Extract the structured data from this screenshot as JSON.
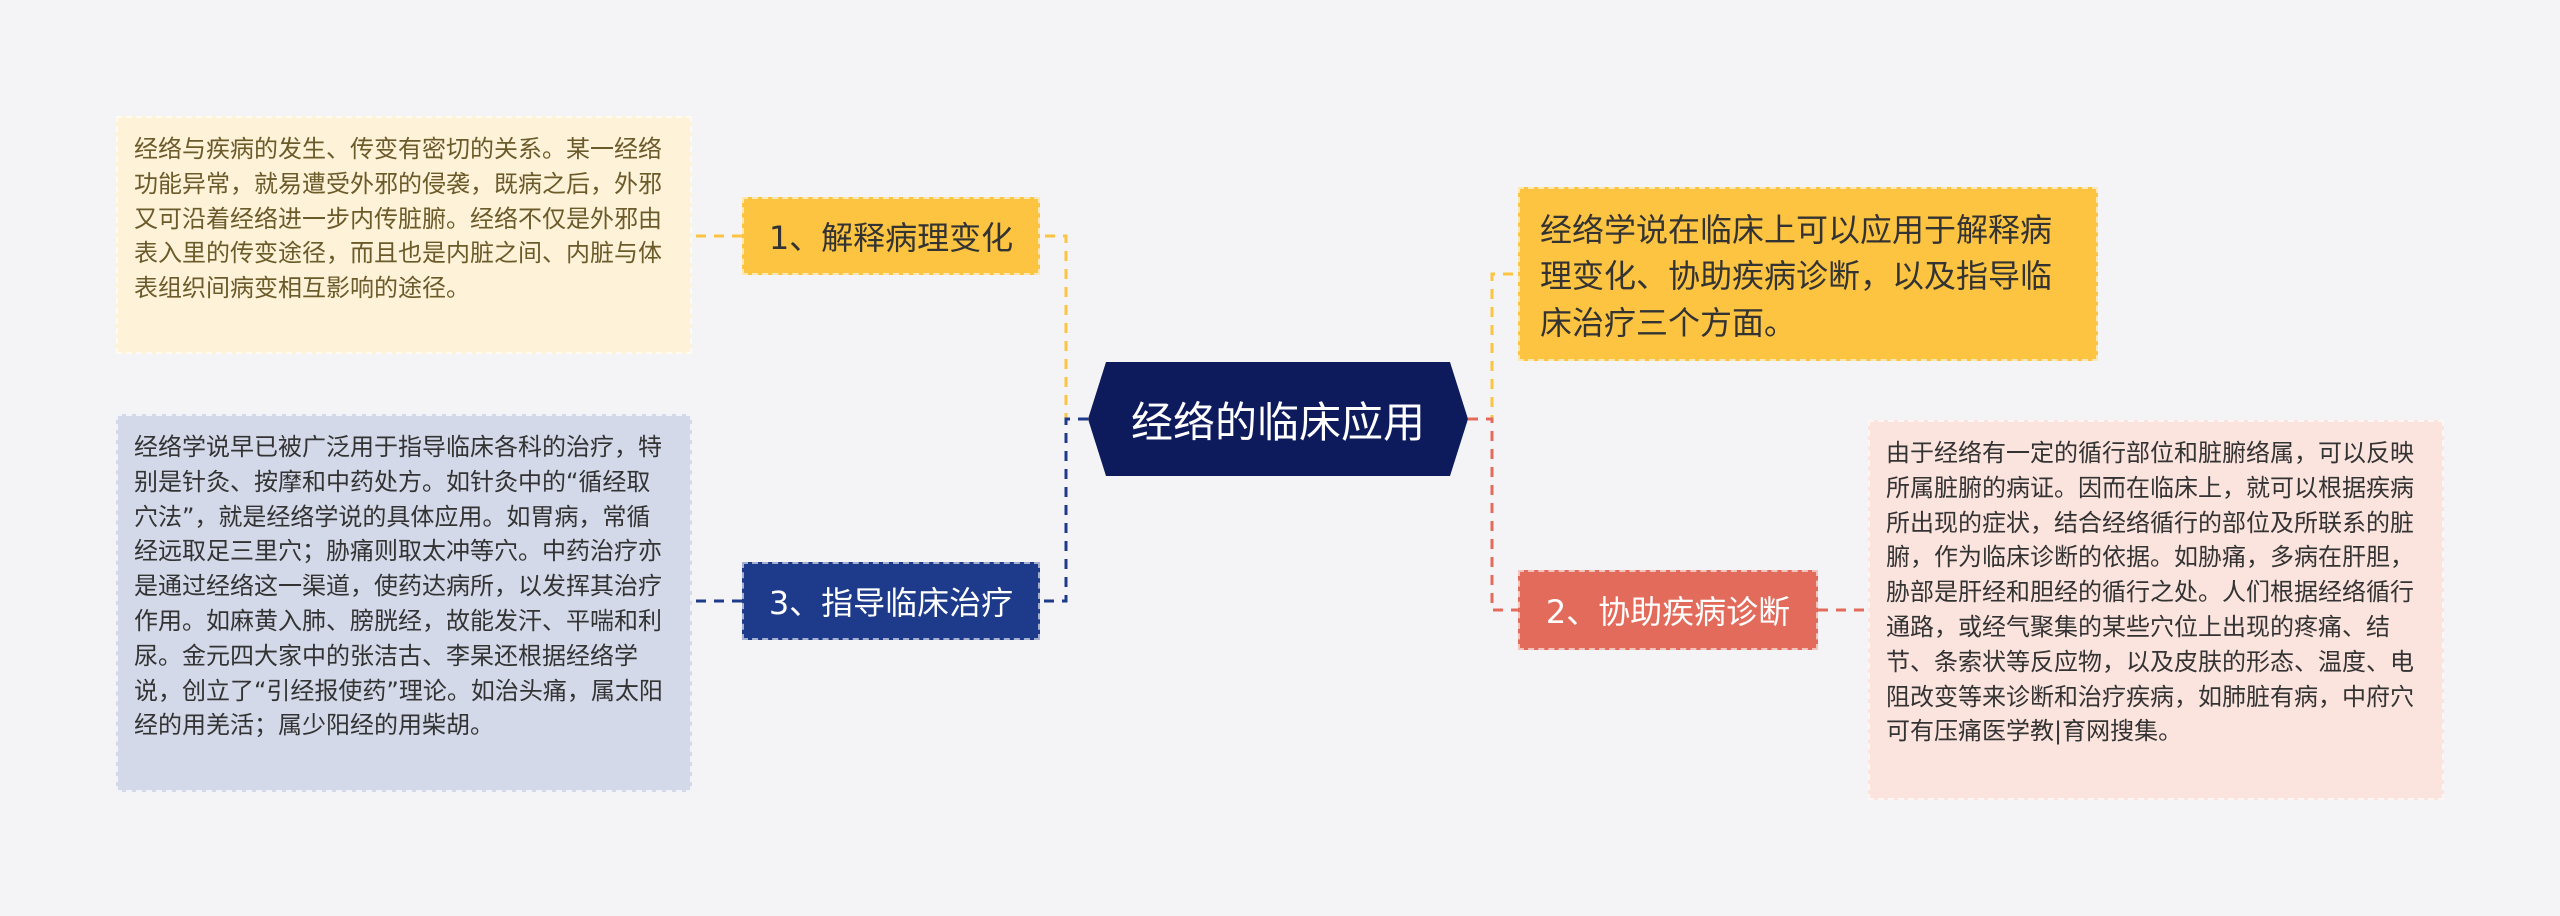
{
  "center": {
    "title": "经络的临床应用"
  },
  "branches": [
    {
      "label": "1、解释病理变化",
      "detail": "经络与疾病的发生、传变有密切的关系。某一经络功能异常，就易遭受外邪的侵袭，既病之后，外邪又可沿着经络进一步内传脏腑。经络不仅是外邪由表入里的传变途径，而且也是内脏之间、内脏与体表组织间病变相互影响的途径。"
    },
    {
      "label": "2、协助疾病诊断",
      "detail": "由于经络有一定的循行部位和脏腑络属，可以反映所属脏腑的病证。因而在临床上，就可以根据疾病所出现的症状，结合经络循行的部位及所联系的脏腑，作为临床诊断的依据。如胁痛，多病在肝胆，胁部是肝经和胆经的循行之处。人们根据经络循行通路，或经气聚集的某些穴位上出现的疼痛、结节、条索状等反应物，以及皮肤的形态、温度、电阻改变等来诊断和治疗疾病，如肺脏有病，中府穴可有压痛医学教|育网搜集。"
    },
    {
      "label": "3、指导临床治疗",
      "detail": "经络学说早已被广泛用于指导临床各科的治疗，特别是针灸、按摩和中药处方。如针灸中的“循经取穴法”，就是经络学说的具体应用。如胃病，常循经远取足三里穴；胁痛则取太冲等穴。中药治疗亦是通过经络这一渠道，使药达病所，以发挥其治疗作用。如麻黄入肺、膀胱经，故能发汗、平喘和利尿。金元四大家中的张洁古、李杲还根据经络学说，创立了“引经报使药”理论。如治头痛，属太阳经的用羌活；属少阳经的用柴胡。"
    }
  ],
  "summary": "经络学说在临床上可以应用于解释病理变化、协助疾病诊断，以及指导临床治疗三个方面。",
  "colors": {
    "center": "#0d1a5c",
    "branch1": "#fcc440",
    "branch2": "#e36b5b",
    "branch3": "#1e3a8a",
    "leaf1": "#fef3d8",
    "leaf2": "#fbe3de",
    "leaf3": "#d3d9e8"
  }
}
